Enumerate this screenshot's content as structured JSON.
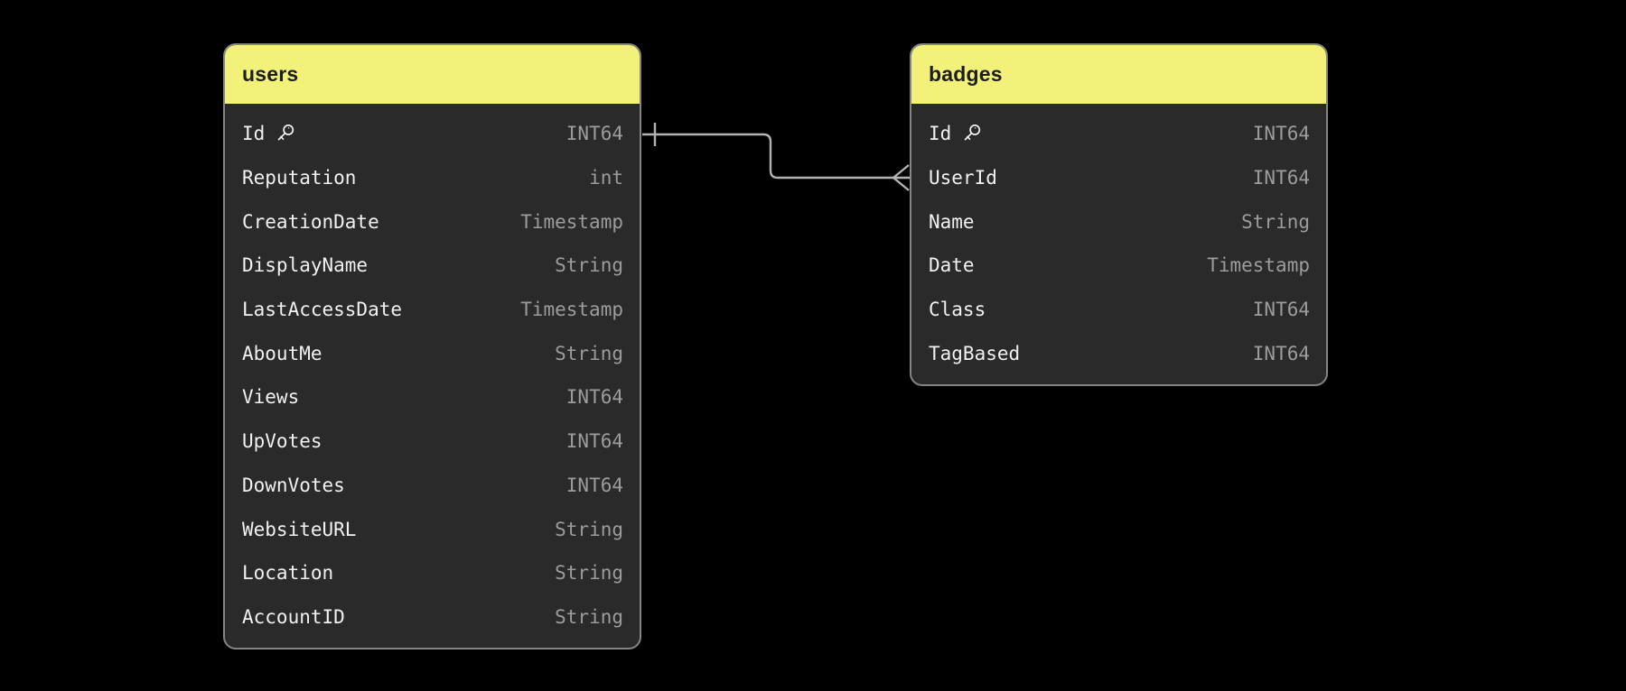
{
  "diagram": {
    "colors": {
      "canvas_bg": "#000000",
      "table_bg": "#2a2a2a",
      "table_border": "#858585",
      "header_bg": "#f2f17a",
      "header_text": "#1d1d1d",
      "field_text": "#f1f1f1",
      "type_text": "#9c9c9c",
      "line_color": "#b3b3b3"
    },
    "icons": {
      "primary_key": "key-icon"
    },
    "tables": [
      {
        "id": "users",
        "title": "users",
        "fields": [
          {
            "name": "Id",
            "type": "INT64",
            "pk": true
          },
          {
            "name": "Reputation",
            "type": "int"
          },
          {
            "name": "CreationDate",
            "type": "Timestamp"
          },
          {
            "name": "DisplayName",
            "type": "String"
          },
          {
            "name": "LastAccessDate",
            "type": "Timestamp"
          },
          {
            "name": "AboutMe",
            "type": "String"
          },
          {
            "name": "Views",
            "type": "INT64"
          },
          {
            "name": "UpVotes",
            "type": "INT64"
          },
          {
            "name": "DownVotes",
            "type": "INT64"
          },
          {
            "name": "WebsiteURL",
            "type": "String"
          },
          {
            "name": "Location",
            "type": "String"
          },
          {
            "name": "AccountID",
            "type": "String"
          }
        ]
      },
      {
        "id": "badges",
        "title": "badges",
        "fields": [
          {
            "name": "Id",
            "type": "INT64",
            "pk": true
          },
          {
            "name": "UserId",
            "type": "INT64"
          },
          {
            "name": "Name",
            "type": "String"
          },
          {
            "name": "Date",
            "type": "Timestamp"
          },
          {
            "name": "Class",
            "type": "INT64"
          },
          {
            "name": "TagBased",
            "type": "INT64"
          }
        ]
      }
    ],
    "relationship": {
      "from_table": "users",
      "from_field": "Id",
      "from_cardinality": "one",
      "to_table": "badges",
      "to_field": "UserId",
      "to_cardinality": "many"
    }
  }
}
